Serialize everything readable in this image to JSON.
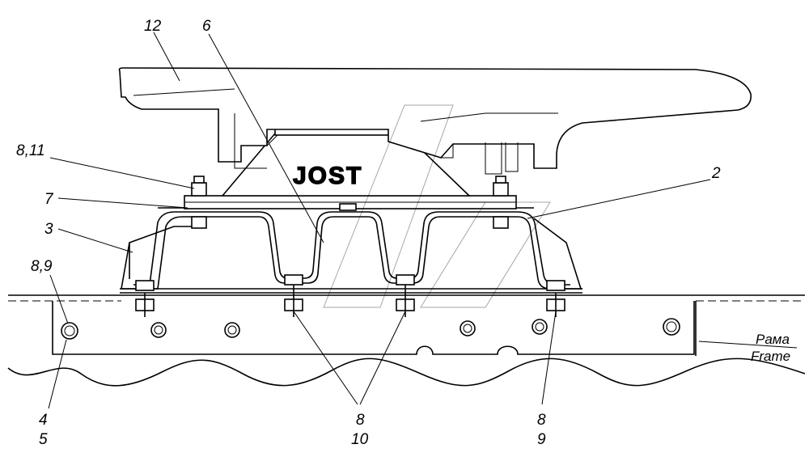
{
  "diagram": {
    "brand_logo": "JOST",
    "callouts": [
      {
        "id": "12",
        "text": "12"
      },
      {
        "id": "6",
        "text": "6"
      },
      {
        "id": "8-11",
        "text": "8,11"
      },
      {
        "id": "2",
        "text": "2"
      },
      {
        "id": "7",
        "text": "7"
      },
      {
        "id": "3",
        "text": "3"
      },
      {
        "id": "8-9-left",
        "text": "8,9"
      },
      {
        "id": "4",
        "text": "4"
      },
      {
        "id": "5",
        "text": "5"
      },
      {
        "id": "8-center",
        "text": "8"
      },
      {
        "id": "10",
        "text": "10"
      },
      {
        "id": "8-right",
        "text": "8"
      },
      {
        "id": "9",
        "text": "9"
      }
    ],
    "frame_label_ru": "Рама",
    "frame_label_en": "Frame"
  }
}
